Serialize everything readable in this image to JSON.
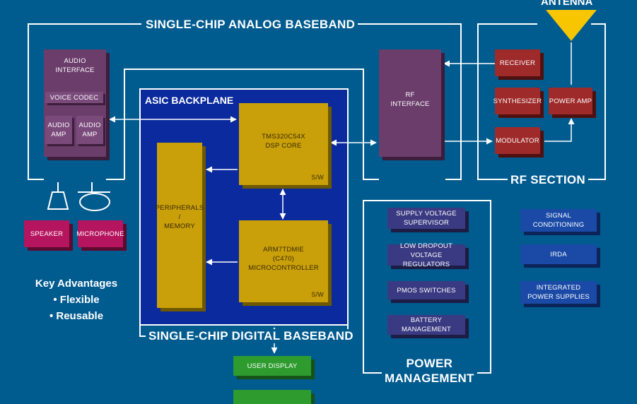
{
  "labels": {
    "analog_title": "SINGLE-CHIP ANALOG BASEBAND",
    "digital_title": "SINGLE-CHIP DIGITAL BASEBAND",
    "asic_title": "ASIC BACKPLANE",
    "rf_title": "RF SECTION",
    "power_title_1": "POWER",
    "power_title_2": "MANAGEMENT",
    "antenna": "ANTENNA"
  },
  "blocks": {
    "audio_interface": "AUDIO\nINTERFACE",
    "voice_codec": "VOICE CODEC",
    "audio_amp_1": "AUDIO\nAMP",
    "audio_amp_2": "AUDIO\nAMP",
    "dsp_core": "TMS320C54X\nDSP CORE",
    "mcu": "ARM7TDMIE\n(C470)\nMICROCONTROLLER",
    "sw_1": "S/W",
    "sw_2": "S/W",
    "peripherals": "PERIPHERALS\n/\nMEMORY",
    "rf_interface": "RF\nINTERFACE",
    "receiver": "RECEIVER",
    "synthesizer": "SYNTHESIZER",
    "modulator": "MODULATOR",
    "power_amp": "POWER AMP",
    "speaker": "SPEAKER",
    "microphone": "MICROPHONE",
    "supply_supervisor": "SUPPLY VOLTAGE\nSUPERVISOR",
    "ldo": "LOW DROPOUT\nVOLTAGE REGULATORS",
    "pmos": "PMOS SWITCHES",
    "battery": "BATTERY MANAGEMENT",
    "signal_conditioning": "SIGNAL\nCONDITIONING",
    "irda": "IRDA",
    "integrated_power": "INTEGRATED\nPOWER SUPPLIES",
    "user_display": "USER DISPLAY"
  },
  "advantages": {
    "title": "Key Advantages",
    "items": [
      "• Flexible",
      "• Reusable"
    ]
  },
  "colors": {
    "background": "#005b8f",
    "analog_blocks": "#6b3d6b",
    "digital_blocks": "#c9a00a",
    "rf_blocks": "#9e2a2a",
    "io_blocks": "#b5155f",
    "power_blocks": "#3a3a82",
    "aux_blocks": "#1a4aa6",
    "display_blocks": "#2e9b2e",
    "asic_area": "#0a2a9e"
  }
}
